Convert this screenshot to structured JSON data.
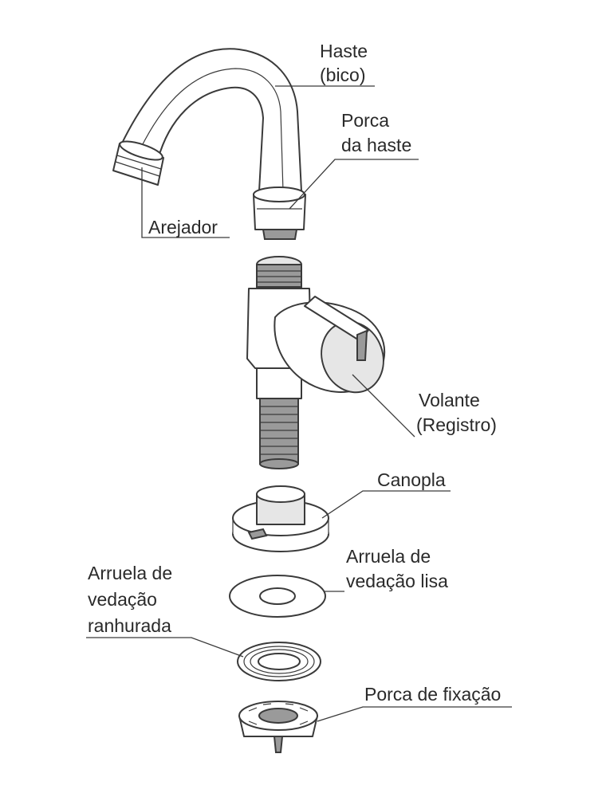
{
  "labels": {
    "haste_l1": "Haste",
    "haste_l2": "(bico)",
    "porca_haste_l1": "Porca",
    "porca_haste_l2": "da haste",
    "arejador": "Arejador",
    "volante_l1": "Volante",
    "volante_l2": "(Registro)",
    "canopla": "Canopla",
    "arruela_lisa_l1": "Arruela de",
    "arruela_lisa_l2": "vedação lisa",
    "arruela_ranh_l1": "Arruela de",
    "arruela_ranh_l2": "vedação",
    "arruela_ranh_l3": "ranhurada",
    "porca_fixacao": "Porca de fixação"
  },
  "colors": {
    "line": "#3a3a3a",
    "fill": "#ffffff",
    "shade": "#e6e6e6",
    "thread": "#9a9a9a"
  }
}
